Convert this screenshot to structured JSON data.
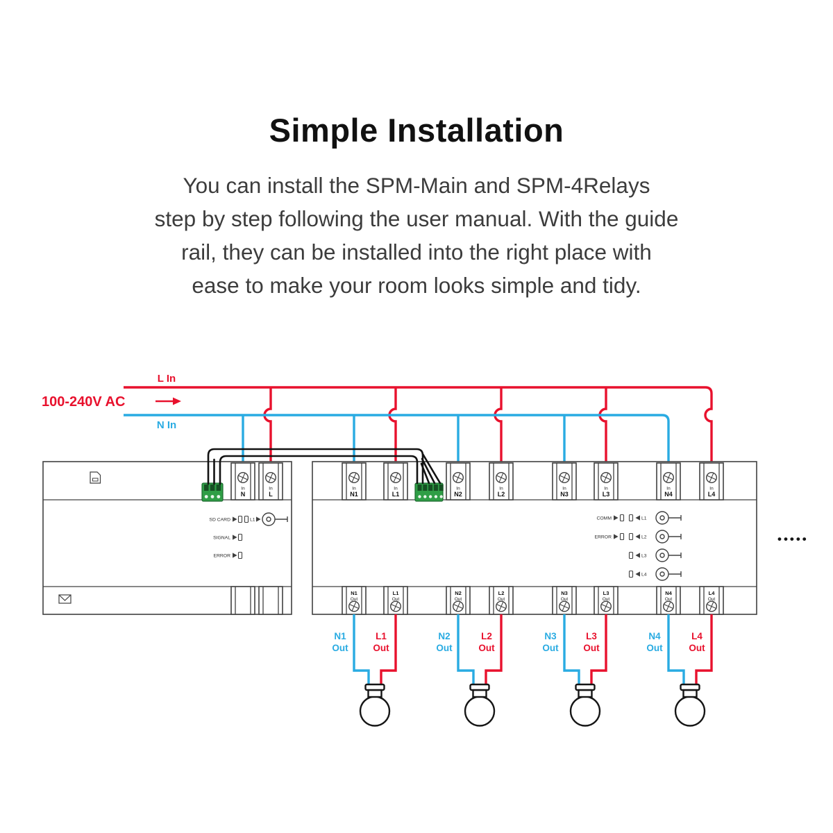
{
  "title": "Simple Installation",
  "paragraph_lines": [
    "You can install the SPM-Main and SPM-4Relays",
    "step by step following the user manual. With the guide",
    "rail, they can be installed into the right place with",
    "ease to make your room looks simple and tidy."
  ],
  "power": {
    "l_in": "L In",
    "n_in": "N In",
    "voltage": "100-240V AC"
  },
  "spm_main": {
    "in_word": "In",
    "terminals": [
      "N",
      "L"
    ],
    "indicators": {
      "sd_card": "SD CARD",
      "l1": "L1",
      "signal": "SIGNAL",
      "error": "ERROR"
    }
  },
  "spm_relays": {
    "in_word": "In",
    "out_word": "Out",
    "top_terminals": [
      "N1",
      "L1",
      "N2",
      "L2",
      "N3",
      "L3",
      "N4",
      "L4"
    ],
    "bottom_terminals": [
      "N1",
      "L1",
      "N2",
      "L2",
      "N3",
      "L3",
      "N4",
      "L4"
    ],
    "indicators": {
      "comm": "COMM",
      "error": "ERROR",
      "channels": [
        "L1",
        "L2",
        "L3",
        "L4"
      ]
    }
  },
  "outputs": {
    "out_word": "Out",
    "pairs": [
      {
        "n": "N1",
        "l": "L1"
      },
      {
        "n": "N2",
        "l": "L2"
      },
      {
        "n": "N3",
        "l": "L3"
      },
      {
        "n": "N4",
        "l": "L4"
      }
    ]
  },
  "more_dots": "•••••",
  "colors": {
    "line_red": "#e8112d",
    "line_blue": "#29abe2",
    "connector_green": "#2f9e46",
    "outline": "#404040"
  },
  "icons": {
    "screw-terminal-icon": "⊕",
    "sd-card-icon": "▣",
    "package-icon": "✉",
    "light-bulb-icon": "💡",
    "arrow-right-icon": "→",
    "more-devices-dots": "•••••"
  }
}
